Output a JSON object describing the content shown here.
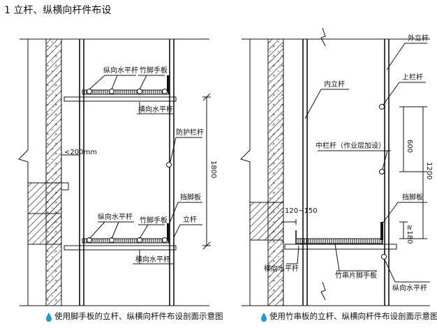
{
  "title": "1  立杆、纵横向杆件布设",
  "left_diagram": {
    "labels": {
      "long_bar_top": "纵向水平杆",
      "board_top": "竹脚手板",
      "trans_bar_top": "横向水平杆",
      "guard_rail": "防护栏杆",
      "gap": "<200mm",
      "height": "1800",
      "toe_board": "挡脚板",
      "long_bar_bottom": "纵向水平杆",
      "board_bottom": "竹脚手板",
      "upright": "立杆",
      "trans_bar_bottom": "横向水平杆"
    },
    "caption": "使用脚手板的立杆、纵横向杆件布设剖面示意图"
  },
  "right_diagram": {
    "labels": {
      "outer_upright": "外立杆",
      "inner_upright": "内立杆",
      "top_rail": "上栏杆",
      "middle_rail": "中栏杆（作业层加设）",
      "dim_600": "600",
      "dim_1200": "1200",
      "toe_board": "挡脚板",
      "dim_120_150": "120~150",
      "dim_180": "≥180",
      "trans_bar": "横向水平杆",
      "bamboo_board": "竹串片脚手板",
      "long_bar": "纵向水平杆"
    },
    "caption": "使用竹串板的立杆、纵横向杆件布设剖面示意图"
  },
  "colors": {
    "caption_marker": "#1f9ad6",
    "line": "#111111"
  }
}
